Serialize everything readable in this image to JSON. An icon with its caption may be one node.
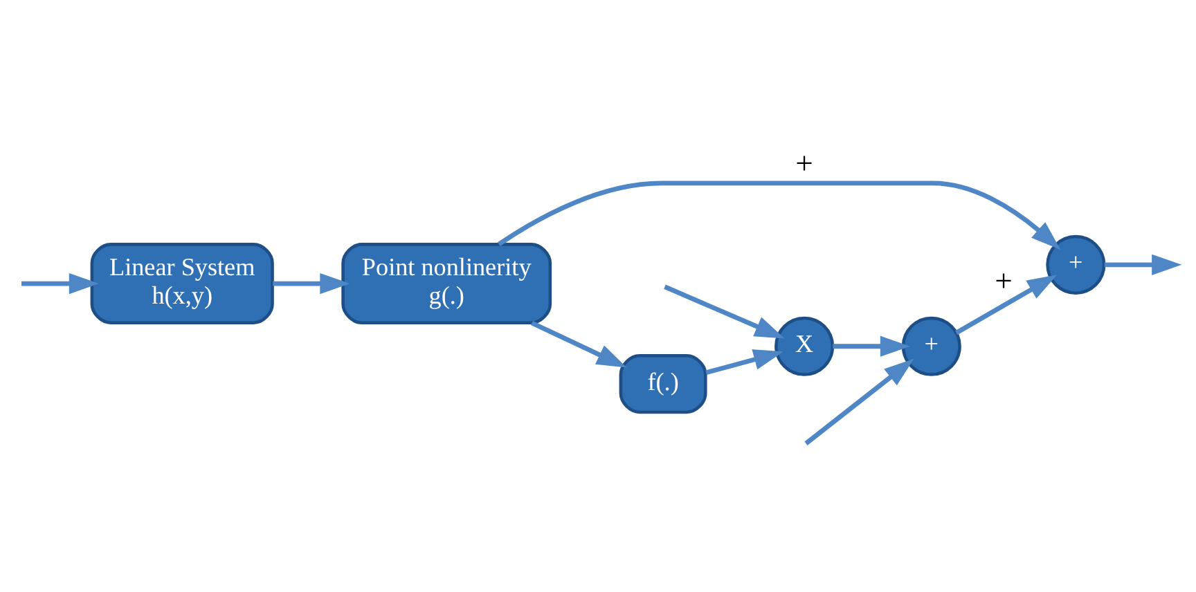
{
  "diagram": {
    "nodes": [
      {
        "text": [
          "Linear System",
          "h(x,y)"
        ]
      },
      {
        "text": [
          "Point nonlinerity",
          "g(.)"
        ]
      },
      {
        "text": [
          "+"
        ]
      },
      {
        "text": [
          "f(.)"
        ]
      },
      {
        "text": [
          "X"
        ]
      },
      {
        "text": [
          "+"
        ]
      }
    ],
    "edges": [
      {
        "from": null,
        "to": 0,
        "arrow": "to"
      },
      {
        "from": 0,
        "to": 1,
        "arrow": "to"
      },
      {
        "from": 1,
        "to": 2,
        "arrow": "to",
        "label": "+"
      },
      {
        "from": 2,
        "to": null,
        "arrow": "to"
      },
      {
        "from": 1,
        "to": 3,
        "arrow": "to"
      },
      {
        "from": 3,
        "to": 4,
        "arrow": "to"
      },
      {
        "from": 4,
        "to": 5,
        "arrow": "to"
      },
      {
        "from": 5,
        "to": 2,
        "arrow": "to",
        "label": "+"
      },
      {
        "from": null,
        "to": 4,
        "arrow": "to"
      },
      {
        "from": null,
        "to": 5,
        "arrow": "to"
      }
    ]
  }
}
